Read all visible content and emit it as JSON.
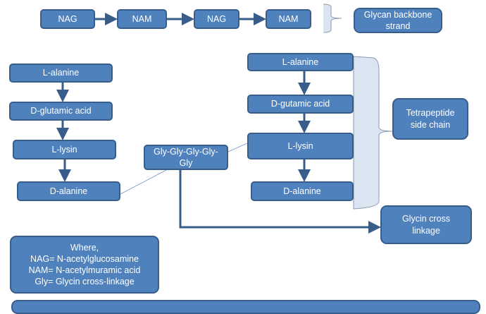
{
  "backbone": {
    "nodes": [
      "NAG",
      "NAM",
      "NAG",
      "NAM"
    ],
    "label": "Glycan backbone strand"
  },
  "left_chain": [
    "L-alanine",
    "D-glutamic acid",
    "L-lysin",
    "D-alanine"
  ],
  "right_chain": [
    "L-alanine",
    "D-gutamic acid",
    "L-lysin",
    "D-alanine"
  ],
  "bridge": "Gly-Gly-Gly-Gly-Gly",
  "tetrapeptide_label": "Tetrapeptide side chain",
  "crosslink_label": "Glycin cross linkage",
  "legend": {
    "title": "Where,",
    "lines": [
      "NAG= N-acetylglucosamine",
      "NAM= N-acetylmuramic acid",
      "Gly=  Glycin cross-linkage"
    ]
  },
  "colors": {
    "fill": "#4f81bd",
    "border": "#385d8a",
    "bracket": "#dbe5f1"
  }
}
